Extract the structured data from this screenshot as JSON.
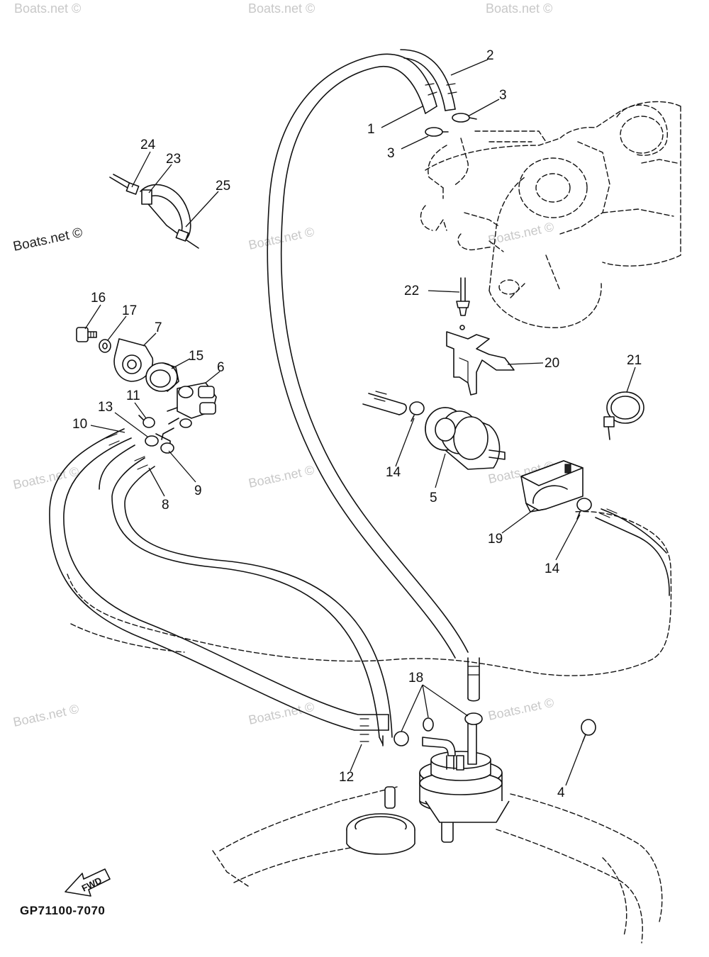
{
  "drawing_code": "GP71100-7070",
  "watermarks": [
    {
      "text": "Boats.net ©",
      "strong": true
    },
    {
      "text": "Boats.net ©",
      "strong": false
    },
    {
      "text": "Boats.net ©",
      "strong": false
    },
    {
      "text": "Boats.net ©",
      "strong": false
    },
    {
      "text": "Boats.net ©",
      "strong": false
    },
    {
      "text": "Boats.net ©",
      "strong": false
    },
    {
      "text": "Boats.net ©",
      "strong": false
    },
    {
      "text": "Boats.net ©",
      "strong": false
    },
    {
      "text": "Boats.net ©",
      "strong": false
    },
    {
      "text": "Boats.net ©",
      "strong": false
    },
    {
      "text": "Boats.net ©",
      "strong": false
    },
    {
      "text": "Boats.net ©",
      "strong": false
    }
  ],
  "fwd_arrow_label": "FWD",
  "callouts": [
    {
      "label": "1"
    },
    {
      "label": "2"
    },
    {
      "label": "3"
    },
    {
      "label": "3"
    },
    {
      "label": "24"
    },
    {
      "label": "23"
    },
    {
      "label": "25"
    },
    {
      "label": "16"
    },
    {
      "label": "17"
    },
    {
      "label": "7"
    },
    {
      "label": "15"
    },
    {
      "label": "6"
    },
    {
      "label": "11"
    },
    {
      "label": "13"
    },
    {
      "label": "10"
    },
    {
      "label": "9"
    },
    {
      "label": "8"
    },
    {
      "label": "22"
    },
    {
      "label": "20"
    },
    {
      "label": "21"
    },
    {
      "label": "14"
    },
    {
      "label": "5"
    },
    {
      "label": "19"
    },
    {
      "label": "14"
    },
    {
      "label": "18"
    },
    {
      "label": "12"
    },
    {
      "label": "4"
    }
  ]
}
